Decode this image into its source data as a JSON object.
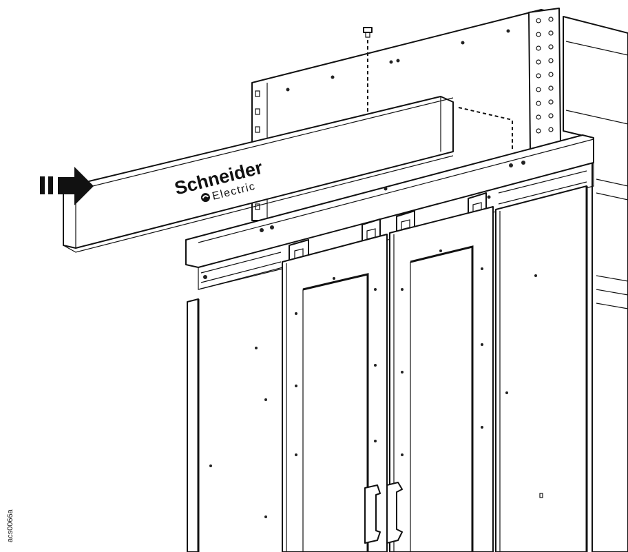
{
  "diagram": {
    "logo": {
      "brand_line1": "Schneider",
      "brand_line2": "Electric"
    },
    "figure_id": "acs0066a",
    "colors": {
      "line": "#111111",
      "fill": "#ffffff"
    },
    "icons": [
      "insert-arrow-icon",
      "screw-icon",
      "schneider-logo-mark-icon"
    ]
  }
}
